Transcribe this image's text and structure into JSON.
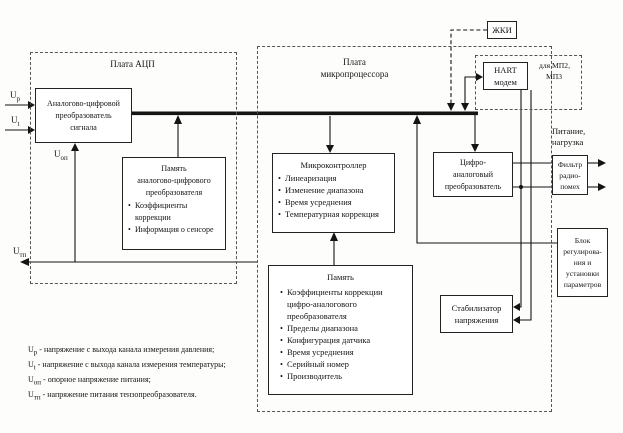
{
  "boards": {
    "adc_board": {
      "title": "Плата АЦП"
    },
    "mcu_board": {
      "title_line1": "Плата",
      "title_line2": "микропроцессора"
    },
    "hart_region": {
      "label_line1": "для МП2,",
      "label_line2": "МП3"
    }
  },
  "blocks": {
    "adc": {
      "lines": [
        "Аналогово-цифровой",
        "преобразователь",
        "сигнала"
      ]
    },
    "adc_memory": {
      "title_lines": [
        "Память",
        "аналогово-цифрового",
        "преобразователя"
      ],
      "items": [
        "Коэффициенты коррекции",
        "Информация о сенсоре"
      ]
    },
    "mcu": {
      "title": "Микроконтроллер",
      "items": [
        "Линеаризация",
        "Изменение диапазона",
        "Время усреднения",
        "Температурная коррекция"
      ]
    },
    "memory": {
      "title": "Память",
      "items": [
        "Коэффициенты коррекции цифро-аналогового преобразователя",
        "Пределы диапазона",
        "Конфигурация датчика",
        "Время усреднения",
        "Серийный номер",
        "Производитель"
      ]
    },
    "dac": {
      "lines": [
        "Цифро-",
        "аналоговый",
        "преобразователь"
      ]
    },
    "filter": {
      "lines": [
        "Фильтр",
        "радио-",
        "помех"
      ]
    },
    "block_reg": {
      "lines": [
        "Блок",
        "регулирова-",
        "ния и",
        "установки",
        "параметров"
      ]
    },
    "stabilizer": {
      "lines": [
        "Стабилизатор",
        "напряжения"
      ]
    },
    "lcd": {
      "label": "ЖКИ"
    },
    "hart": {
      "lines": [
        "HART",
        "модем"
      ]
    }
  },
  "signals": {
    "up": {
      "base": "U",
      "sub": "р"
    },
    "ut": {
      "base": "U",
      "sub": "t"
    },
    "uop": {
      "base": "U",
      "sub": "оп"
    },
    "utp": {
      "base": "U",
      "sub": "тп"
    }
  },
  "annotations": {
    "power_load_line1": "Питание,",
    "power_load_line2": "нагрузка"
  },
  "legend": {
    "items": [
      {
        "base": "U",
        "sub": "р",
        "text": " - напряжение с выхода канала измерения давления;"
      },
      {
        "base": "U",
        "sub": "t",
        "text": " - напряжение с выхода канала измерения температуры;"
      },
      {
        "base": "U",
        "sub": "оп",
        "text": " - опорное напряжение питания;"
      },
      {
        "base": "U",
        "sub": "тп",
        "text": " - напряжение питания тензопреобразователя."
      }
    ]
  }
}
